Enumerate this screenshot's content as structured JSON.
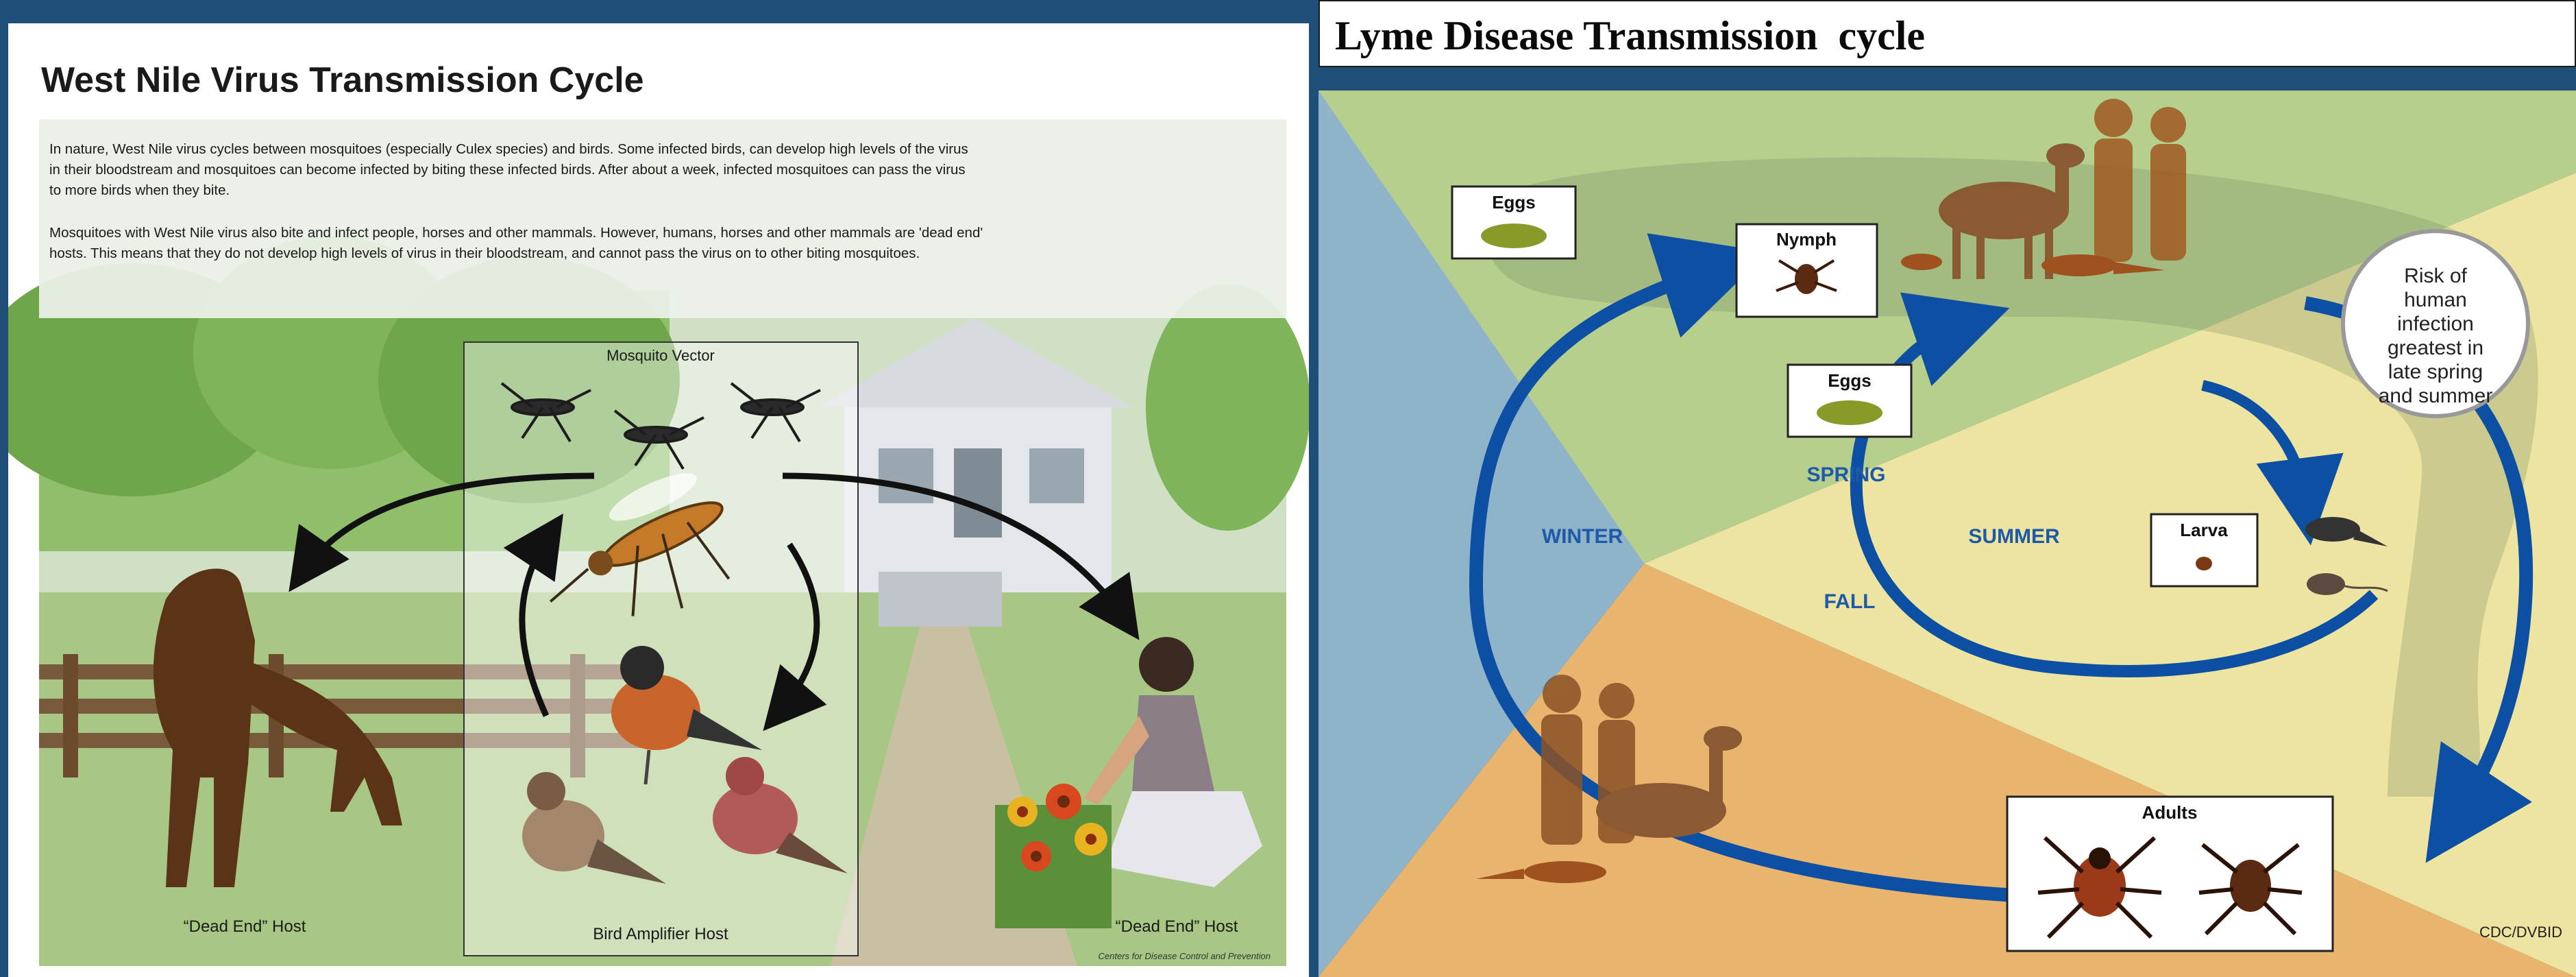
{
  "west_nile": {
    "title": "West Nile Virus Transmission Cycle",
    "paragraph1": "In nature, West Nile virus cycles between mosquitoes (especially Culex species) and birds.  Some infected birds, can develop high levels of the virus in their bloodstream and mosquitoes can become infected by biting these infected birds. After about a week, infected mosquitoes can pass the virus to more birds when they bite.",
    "paragraph1_lines": [
      "In nature, West Nile virus cycles between mosquitoes (especially Culex species) and birds.  Some infected birds, can develop high levels of the virus",
      "in their bloodstream and mosquitoes can become infected by biting these infected birds. After about a week, infected mosquitoes can pass the virus",
      "to more birds when they bite."
    ],
    "paragraph2": "Mosquitoes with West Nile virus also bite and infect people, horses and other mammals. However, humans, horses and other mammals are 'dead end' hosts.  This means that they do not develop high levels of virus in their bloodstream, and cannot pass the virus on to other biting mosquitoes.",
    "paragraph2_lines": [
      "Mosquitoes with West Nile virus also bite and infect people, horses and other mammals. However, humans, horses and other mammals are 'dead end'",
      "hosts.  This means that they do not develop high levels of virus in their bloodstream, and cannot pass the virus on to other biting mosquitoes."
    ],
    "mosquito_label": "Mosquito Vector",
    "bird_label": "Bird Amplifier Host",
    "horse_label": "“Dead End” Host",
    "human_label": "“Dead End” Host",
    "credit": "Centers for Disease Control and Prevention"
  },
  "lyme": {
    "title": "Lyme Disease Transmission  cycle",
    "eggs_outer": "Eggs",
    "eggs_inner": "Eggs",
    "nymph": "Nymph",
    "larva": "Larva",
    "adults": "Adults",
    "spring": "SPRING",
    "summer": "SUMMER",
    "fall": "FALL",
    "winter": "WINTER",
    "risk_lines": [
      "Risk of",
      "human",
      "infection",
      "greatest in",
      "late spring",
      "and summer"
    ],
    "credit": "CDC/DVBID"
  },
  "colors": {
    "page_bg": "#1f4e79",
    "arrow_blue": "#0d4fa3",
    "quad_blue": "#8fb3c9",
    "quad_green": "#b6cf8d",
    "quad_yellow": "#ece4a0",
    "quad_orange": "#e9b56e"
  }
}
